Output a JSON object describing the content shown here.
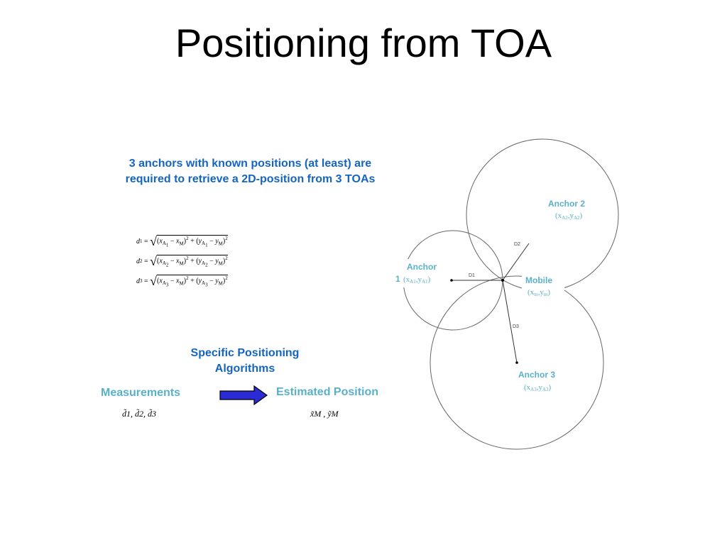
{
  "slide": {
    "title": "Positioning from TOA",
    "intro_text": "3 anchors with known positions (at least) are required to retrieve a 2D-position from 3 TOAs",
    "equations": [
      {
        "lhs": "d1",
        "index": "1"
      },
      {
        "lhs": "d2",
        "index": "2"
      },
      {
        "lhs": "d3",
        "index": "3"
      }
    ],
    "algorithms_label": "Specific Positioning Algorithms",
    "measurements_label": "Measurements",
    "estimated_position_label": "Estimated Position",
    "measurements_symbol": "d̃1, d̃2, d̃3",
    "estimate_symbol": "x̃M , ỹM"
  },
  "diagram": {
    "anchor1_label": "Anchor 1",
    "anchor1_coord": "(xA1,yA1)",
    "anchor2_label": "Anchor 2",
    "anchor2_coord": "(xA2,yA2)",
    "anchor3_label": "Anchor 3",
    "anchor3_coord": "(xA3,yA3)",
    "mobile_label": "Mobile",
    "mobile_coord": "(xm,ym)",
    "d1_label": "D1",
    "d2_label": "D2",
    "d3_label": "D3"
  },
  "colors": {
    "title": "#000000",
    "dark_blue": "#1565c0",
    "light_blue": "#5ab0c8",
    "arrow_fill": "#2b2bd6",
    "circle_stroke": "#666666"
  }
}
